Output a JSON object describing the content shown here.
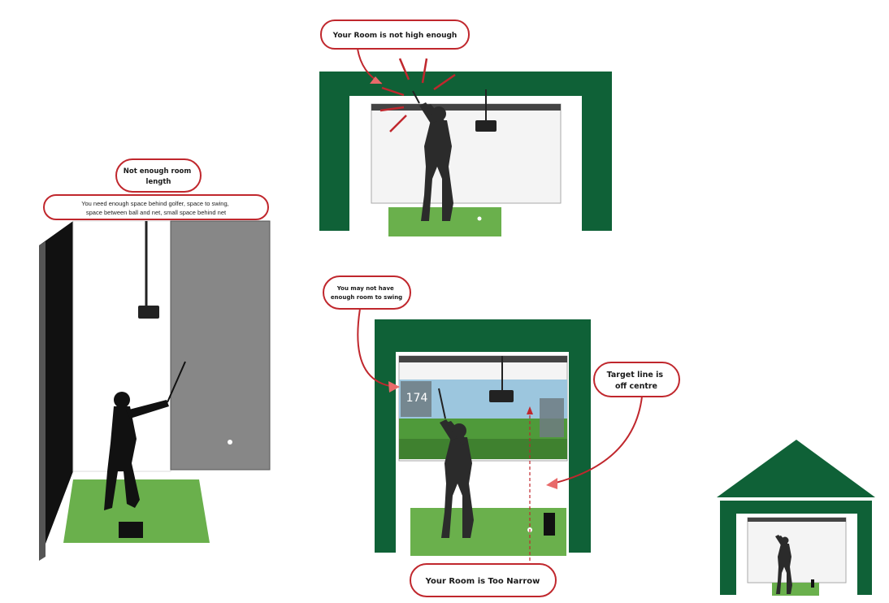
{
  "colors": {
    "frame_green": "#0f6137",
    "mat_green": "#6ab04c",
    "callout_red": "#c0272d",
    "net_grey": "#878787",
    "silhouette": "#2b2b2b"
  },
  "scenes": {
    "length": {
      "title": [
        "Not enough room",
        "length"
      ],
      "detail": [
        "You need enough space behind golfer, space to swing,",
        "space between ball and net, small space behind net"
      ]
    },
    "height": {
      "title": "Your Room is not high enough"
    },
    "width": {
      "swing_callout": [
        "You may not have",
        "enough room to swing"
      ],
      "target_callout": [
        "Target line is",
        "off centre"
      ],
      "title": "Your Room is Too Narrow",
      "screen_readout": "174"
    }
  }
}
